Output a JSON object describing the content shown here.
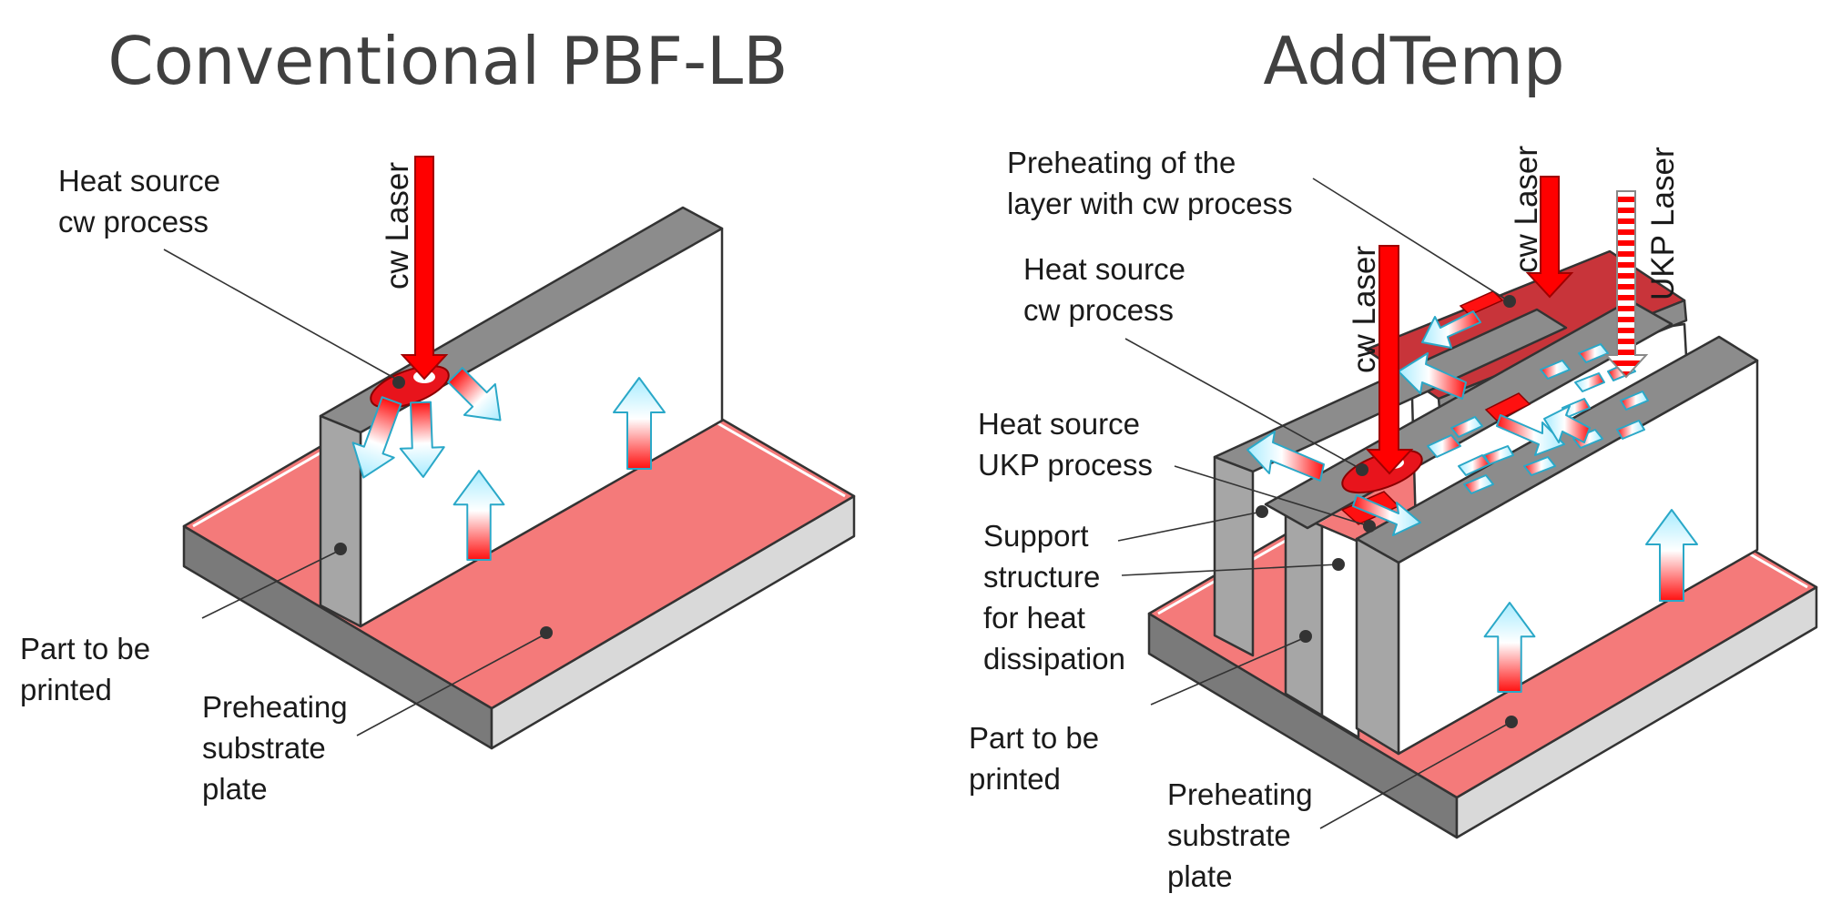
{
  "left": {
    "title": "Conventional PBF-LB",
    "laser_label": "cw Laser",
    "heat_source": [
      "Heat source",
      "cw process"
    ],
    "part": [
      "Part to be",
      "printed"
    ],
    "preheat": [
      "Preheating",
      "substrate",
      "plate"
    ]
  },
  "right": {
    "title": "AddTemp",
    "preheat_layer": [
      "Preheating of the",
      "layer with cw process"
    ],
    "laser_cw_1": "cw Laser",
    "laser_cw_2": "cw Laser",
    "laser_ukp": "UKP Laser",
    "heat_cw": [
      "Heat source",
      "cw process"
    ],
    "heat_ukp": [
      "Heat source",
      "UKP process"
    ],
    "support": [
      "Support",
      "structure",
      "for heat",
      "dissipation"
    ],
    "part": [
      "Part to be",
      "printed"
    ],
    "preheat": [
      "Preheating",
      "substrate",
      "plate"
    ]
  },
  "colors": {
    "plate_top": "#f47a7a",
    "plate_side_dark": "#7a7a7a",
    "plate_side_light": "#d9d9d9",
    "wall_top": "#8c8c8c",
    "wall_side": "#a6a6a6",
    "laser_red": "#ff0000",
    "heat_blue": "#bfefff"
  }
}
